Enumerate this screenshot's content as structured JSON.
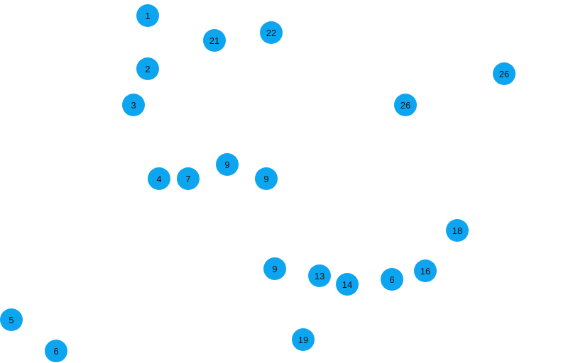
{
  "colors": {
    "node_fill": "#0ea5f0",
    "node_text": "#111111",
    "background": "#ffffff"
  },
  "nodes": [
    {
      "label": "1"
    },
    {
      "label": "21"
    },
    {
      "label": "22"
    },
    {
      "label": "2"
    },
    {
      "label": "26"
    },
    {
      "label": "3"
    },
    {
      "label": "26"
    },
    {
      "label": "9"
    },
    {
      "label": "4"
    },
    {
      "label": "7"
    },
    {
      "label": "9"
    },
    {
      "label": "18"
    },
    {
      "label": "9"
    },
    {
      "label": "16"
    },
    {
      "label": "13"
    },
    {
      "label": "6"
    },
    {
      "label": "14"
    },
    {
      "label": "5"
    },
    {
      "label": "19"
    },
    {
      "label": "6"
    }
  ]
}
